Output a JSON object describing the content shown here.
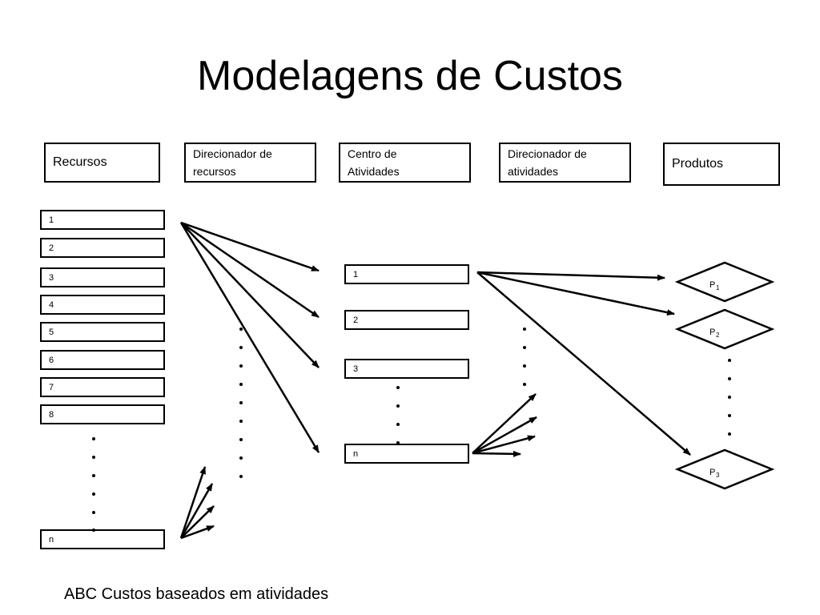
{
  "title": "Modelagens de Custos",
  "headers": {
    "recursos": "Recursos",
    "direcionador_recursos": [
      "Direcionador de",
      "recursos"
    ],
    "centro_atividades": [
      "Centro de",
      "Atividades"
    ],
    "direcionador_atividades": [
      "Direcionador de",
      "atividades"
    ],
    "produtos": "Produtos"
  },
  "recursos_items": [
    "1",
    "2",
    "3",
    "4",
    "5",
    "6",
    "7",
    "8",
    "n"
  ],
  "atividades_items": [
    "1",
    "2",
    "3",
    "n"
  ],
  "produtos": [
    {
      "letter": "P",
      "sub": "1"
    },
    {
      "letter": "P",
      "sub": "2"
    },
    {
      "letter": "P",
      "sub": "3"
    }
  ],
  "caption": "ABC Custos baseados em atividades"
}
